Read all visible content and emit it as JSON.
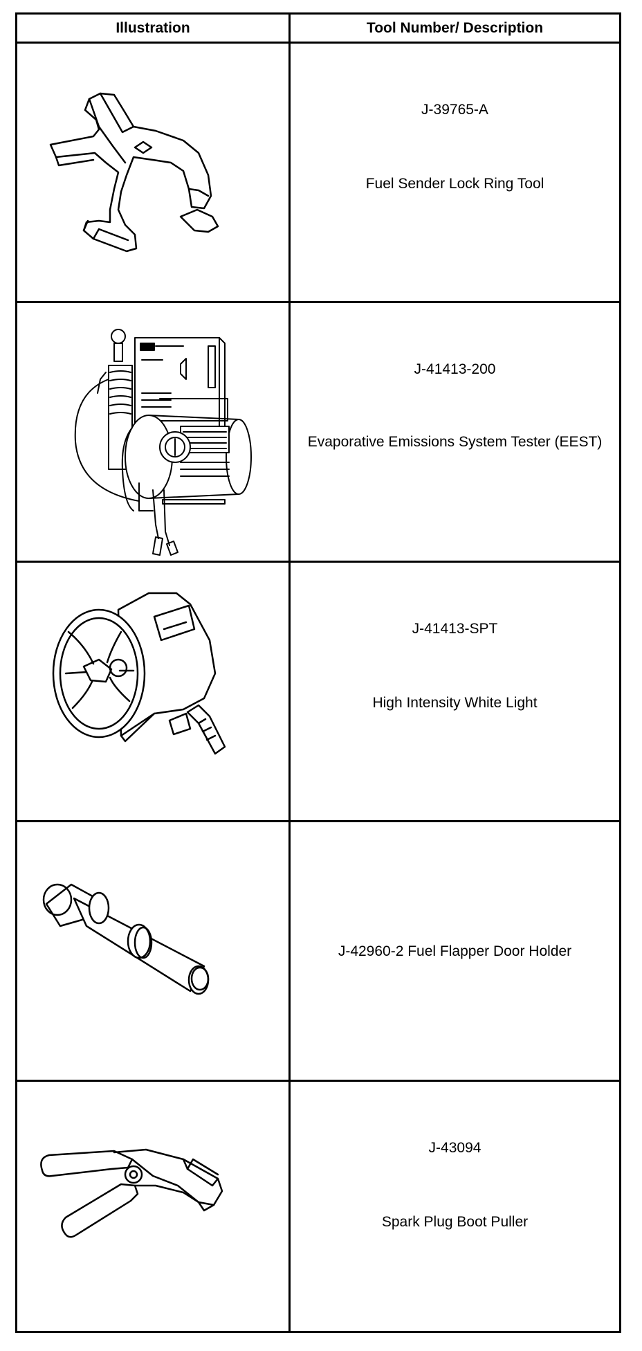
{
  "table": {
    "headers": {
      "illustration": "Illustration",
      "description": "Tool Number/ Description"
    },
    "rows": [
      {
        "tool_number": "J-39765-A",
        "description": "Fuel Sender Lock Ring Tool",
        "icon": "lock-ring-tool-icon"
      },
      {
        "tool_number": "J-41413-200",
        "description": "Evaporative Emissions System Tester (EEST)",
        "icon": "emissions-tester-icon"
      },
      {
        "tool_number": "J-41413-SPT",
        "description": "High Intensity White Light",
        "icon": "spotlight-icon"
      },
      {
        "combined": "J-42960-2 Fuel Flapper Door Holder",
        "icon": "flapper-door-holder-icon"
      },
      {
        "tool_number": "J-43094",
        "description": "Spark Plug Boot Puller",
        "icon": "boot-puller-icon"
      }
    ]
  }
}
